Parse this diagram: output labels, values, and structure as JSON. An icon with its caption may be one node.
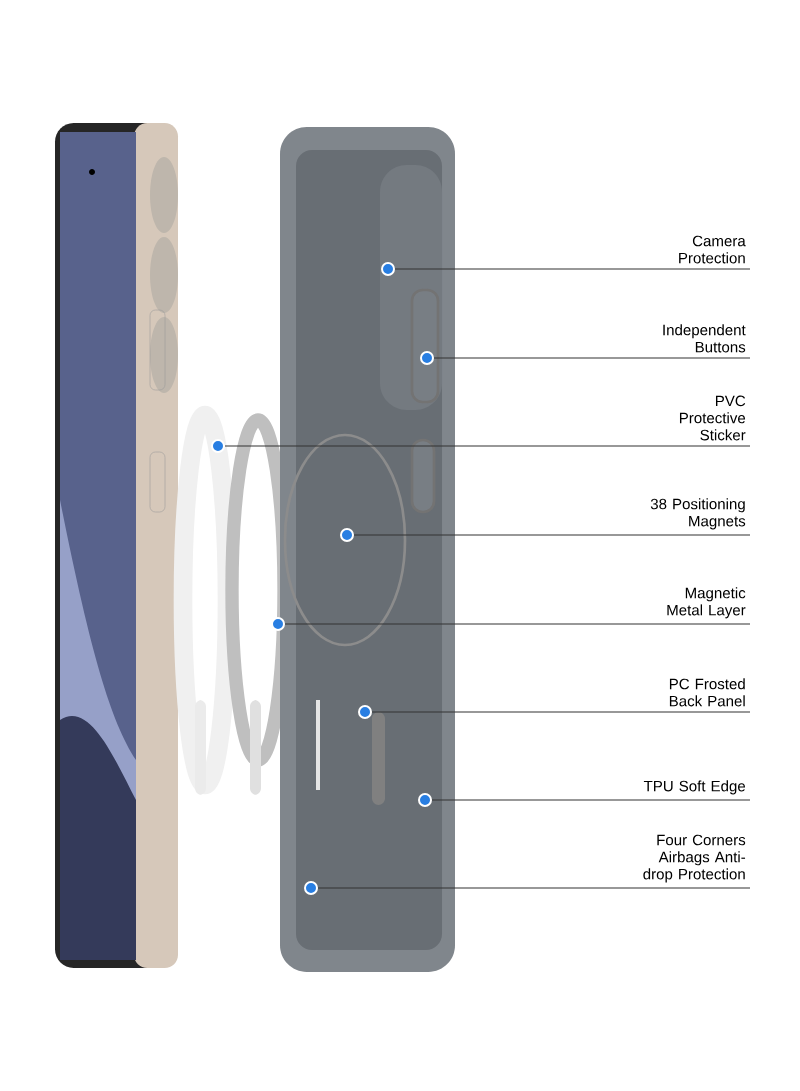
{
  "diagram": {
    "nodes": [
      {
        "text": [
          "Camera Protection"
        ]
      },
      {
        "text": [
          "Independent Buttons"
        ]
      },
      {
        "text": [
          "PVC Protective Sticker"
        ]
      },
      {
        "text": [
          "38 Positioning Magnets"
        ]
      },
      {
        "text": [
          "Magnetic Metal Layer"
        ]
      },
      {
        "text": [
          "PC Frosted Back Panel"
        ]
      },
      {
        "text": [
          "TPU Soft Edge"
        ]
      },
      {
        "text": [
          "Four Corners Airbags Anti-drop Protection"
        ]
      },
      {
        "text": [],
        "shape": "circle"
      },
      {
        "text": [],
        "shape": "circle"
      },
      {
        "text": [],
        "shape": "circle"
      },
      {
        "text": [],
        "shape": "circle"
      },
      {
        "text": [],
        "shape": "circle"
      },
      {
        "text": [],
        "shape": "circle"
      },
      {
        "text": [],
        "shape": "circle"
      },
      {
        "text": [],
        "shape": "circle"
      }
    ],
    "edges": [
      {
        "from": 0,
        "to": 8,
        "arrow": "none"
      },
      {
        "from": 1,
        "to": 9,
        "arrow": "none"
      },
      {
        "from": 2,
        "to": 10,
        "arrow": "none"
      },
      {
        "from": 3,
        "to": 11,
        "arrow": "none"
      },
      {
        "from": 4,
        "to": 12,
        "arrow": "none"
      },
      {
        "from": 5,
        "to": 13,
        "arrow": "none"
      },
      {
        "from": 6,
        "to": 14,
        "arrow": "none"
      },
      {
        "from": 7,
        "to": 15,
        "arrow": "none"
      }
    ]
  }
}
